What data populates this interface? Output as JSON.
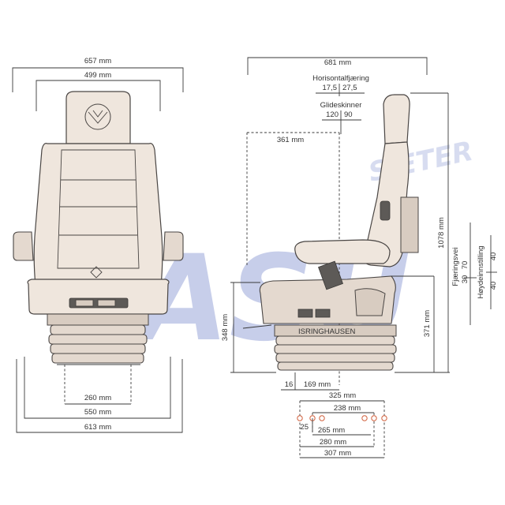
{
  "watermark": {
    "brand": "BASU",
    "sub": "SÆTER",
    "color": "#9aa7d9"
  },
  "colors": {
    "upholstery": "#efe6dd",
    "outline": "#4a4644",
    "hole_accent": "#d1603c"
  },
  "front_view": {
    "dims": {
      "overall_width": "657 mm",
      "back_width": "499 mm",
      "rail_spacing": "260 mm",
      "base_width": "550 mm",
      "armrest_width": "613 mm"
    }
  },
  "side_view": {
    "dims": {
      "overall_depth": "681 mm",
      "horizontal_suspension_label": "Horisontalfjæring",
      "horizontal_suspension_left": "17,5",
      "horizontal_suspension_right": "27,5",
      "slide_rails_label": "Glideskinner",
      "slide_rails_left": "120",
      "slide_rails_right": "90",
      "seat_depth": "361 mm",
      "height_total": "1078 mm",
      "seat_height": "348 mm",
      "base_height": "371 mm",
      "suspension_travel_label": "Fjæringsvei",
      "suspension_travel_a": "30",
      "suspension_travel_b": "70",
      "height_adjust_label": "Høydeinnstilling",
      "height_adjust_a": "40",
      "height_adjust_b": "40",
      "offset_16": "16",
      "offset_169": "169 mm"
    },
    "base_label": "ISRINGHAUSEN"
  },
  "mount_holes": {
    "dims": {
      "d325": "325 mm",
      "d238": "238 mm",
      "d25": "25",
      "d265": "265 mm",
      "d280": "280 mm",
      "d307": "307 mm"
    }
  }
}
